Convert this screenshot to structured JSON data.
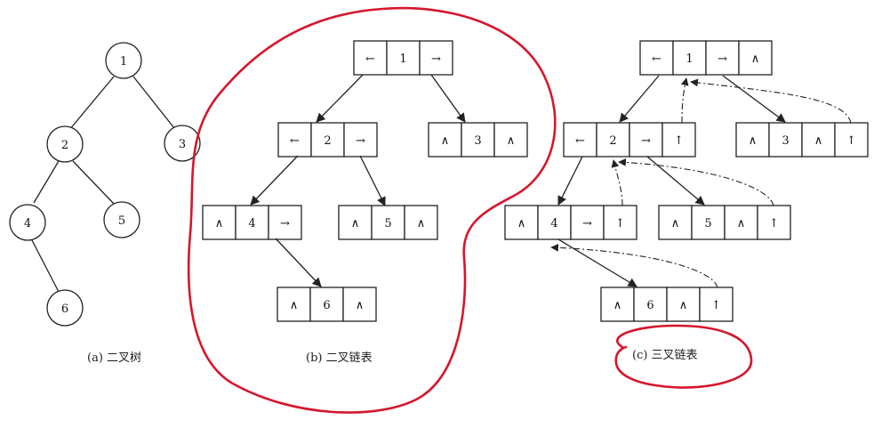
{
  "captions": {
    "a": "(a)  二叉树",
    "b": "(b)  二叉链表",
    "c": "(c)  三叉链表"
  },
  "symbols": {
    "left": "←",
    "right": "→",
    "null": "∧",
    "parent": "↑"
  },
  "tree": {
    "nodes": [
      "1",
      "2",
      "3",
      "4",
      "5",
      "6"
    ]
  },
  "binary_list": {
    "nodes": [
      {
        "val": "1",
        "cells": [
          "←",
          "1",
          "→"
        ]
      },
      {
        "val": "2",
        "cells": [
          "←",
          "2",
          "→"
        ]
      },
      {
        "val": "3",
        "cells": [
          "∧",
          "3",
          "∧"
        ]
      },
      {
        "val": "4",
        "cells": [
          "∧",
          "4",
          "→"
        ]
      },
      {
        "val": "5",
        "cells": [
          "∧",
          "5",
          "∧"
        ]
      },
      {
        "val": "6",
        "cells": [
          "∧",
          "6",
          "∧"
        ]
      }
    ]
  },
  "trinary_list": {
    "nodes": [
      {
        "val": "1",
        "cells": [
          "←",
          "1",
          "→",
          "∧"
        ]
      },
      {
        "val": "2",
        "cells": [
          "←",
          "2",
          "→",
          "↑"
        ]
      },
      {
        "val": "3",
        "cells": [
          "∧",
          "3",
          "∧",
          "↑"
        ]
      },
      {
        "val": "4",
        "cells": [
          "∧",
          "4",
          "→",
          "↑"
        ]
      },
      {
        "val": "5",
        "cells": [
          "∧",
          "5",
          "∧",
          "↑"
        ]
      },
      {
        "val": "6",
        "cells": [
          "∧",
          "6",
          "∧",
          "↑"
        ]
      }
    ]
  },
  "colors": {
    "stroke": "#222222",
    "highlight": "#d6162b"
  }
}
